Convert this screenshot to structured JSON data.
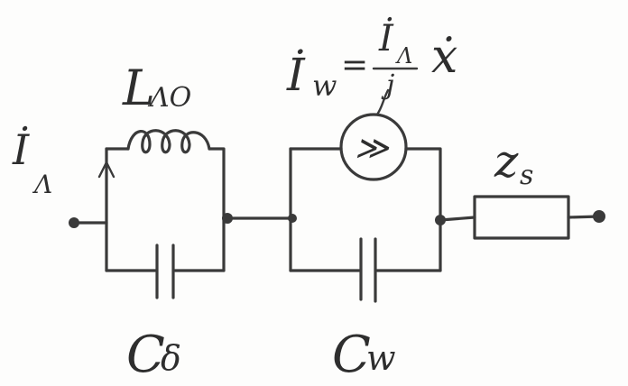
{
  "labels": {
    "current_in": "İ",
    "current_in_sub": "Λ",
    "inductor": "L",
    "inductor_sub": "ΛO",
    "source_current": "İ",
    "source_current_sub": "w",
    "equals": "=",
    "frac_num": "İ",
    "frac_num_sub": "Λ",
    "frac_den": "j",
    "ratio": "ẋ",
    "cap1": "C",
    "cap1_sub": "δ",
    "cap2": "C",
    "cap2_sub": "w",
    "resistor": "z",
    "resistor_sub": "s",
    "source_symbol": "≫"
  },
  "colors": {
    "ink": "#3a3a3a",
    "paper": "#fdfdfc"
  }
}
